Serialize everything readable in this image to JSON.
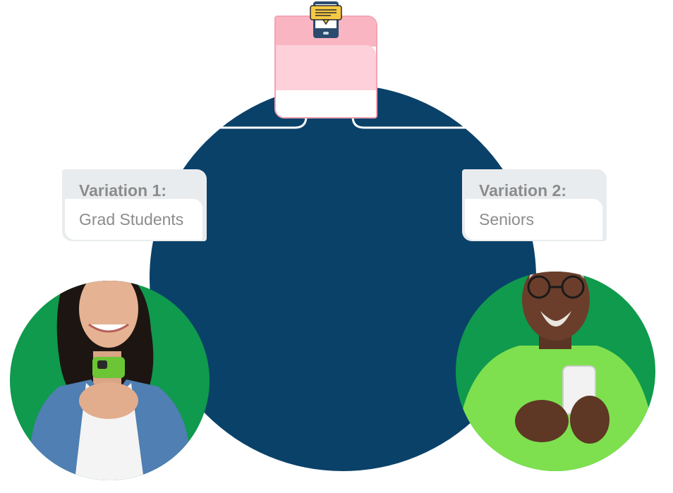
{
  "variations": [
    {
      "heading": "Variation 1:",
      "audience": "Grad Students"
    },
    {
      "heading": "Variation 2:",
      "audience": "Seniors"
    }
  ],
  "colors": {
    "hub": "#0a4169",
    "accent_green": "#0f9a4d",
    "card_pink": "#fab5c2",
    "label_text": "#8c8c8c"
  },
  "icons": {
    "top": "phone-message-icon"
  }
}
